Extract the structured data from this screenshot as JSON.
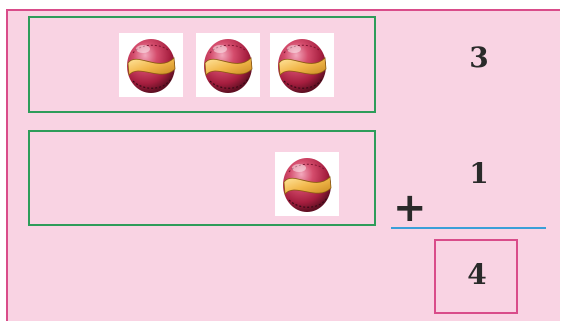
{
  "addition": {
    "first_addend": "3",
    "second_addend": "1",
    "operator": "+",
    "sum": "4"
  },
  "groups": [
    {
      "ball_count": 3
    },
    {
      "ball_count": 1
    }
  ],
  "icons": {
    "ball": "ball-icon"
  },
  "colors": {
    "background": "#f9d3e3",
    "frame": "#d94c8a",
    "group_border": "#2e9c5a",
    "sum_line": "#3a9fd8",
    "ball_body": "#c23a57",
    "ball_band": "#f2b84b"
  }
}
